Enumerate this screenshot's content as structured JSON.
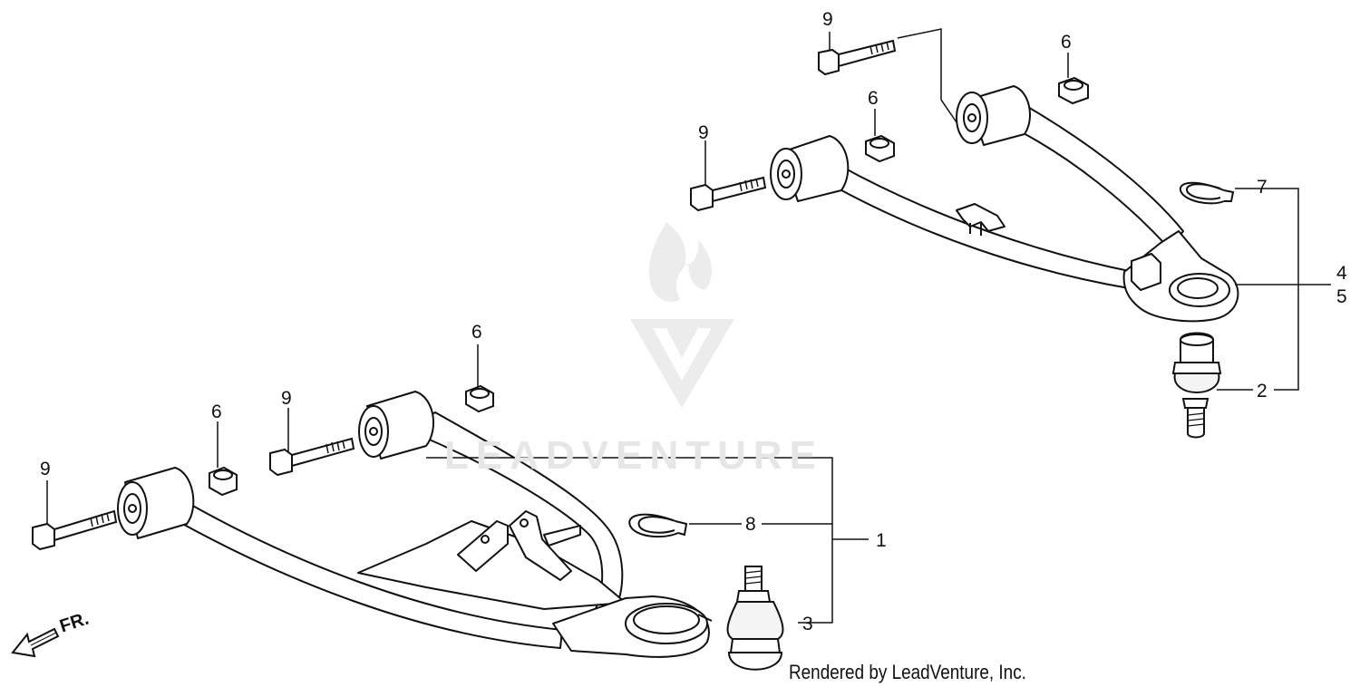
{
  "watermark": {
    "brand_text": "LEADVENTURE",
    "color": "#e6e6e6"
  },
  "direction_marker": {
    "label": "FR."
  },
  "credit": "Rendered by LeadVenture, Inc.",
  "callouts": {
    "upper_bolt_top": "9",
    "upper_bolt_left": "9",
    "upper_nut_top": "6",
    "upper_nut_mid": "6",
    "upper_clip": "7",
    "upper_arm_a": "4",
    "upper_arm_b": "5",
    "upper_ball_joint": "2",
    "lower_bolt_left": "9",
    "lower_bolt_mid": "9",
    "lower_nut_left": "6",
    "lower_nut_top": "6",
    "lower_clip": "8",
    "lower_arm": "1",
    "lower_ball_joint": "3"
  },
  "colors": {
    "line": "#111111",
    "background": "#ffffff"
  }
}
